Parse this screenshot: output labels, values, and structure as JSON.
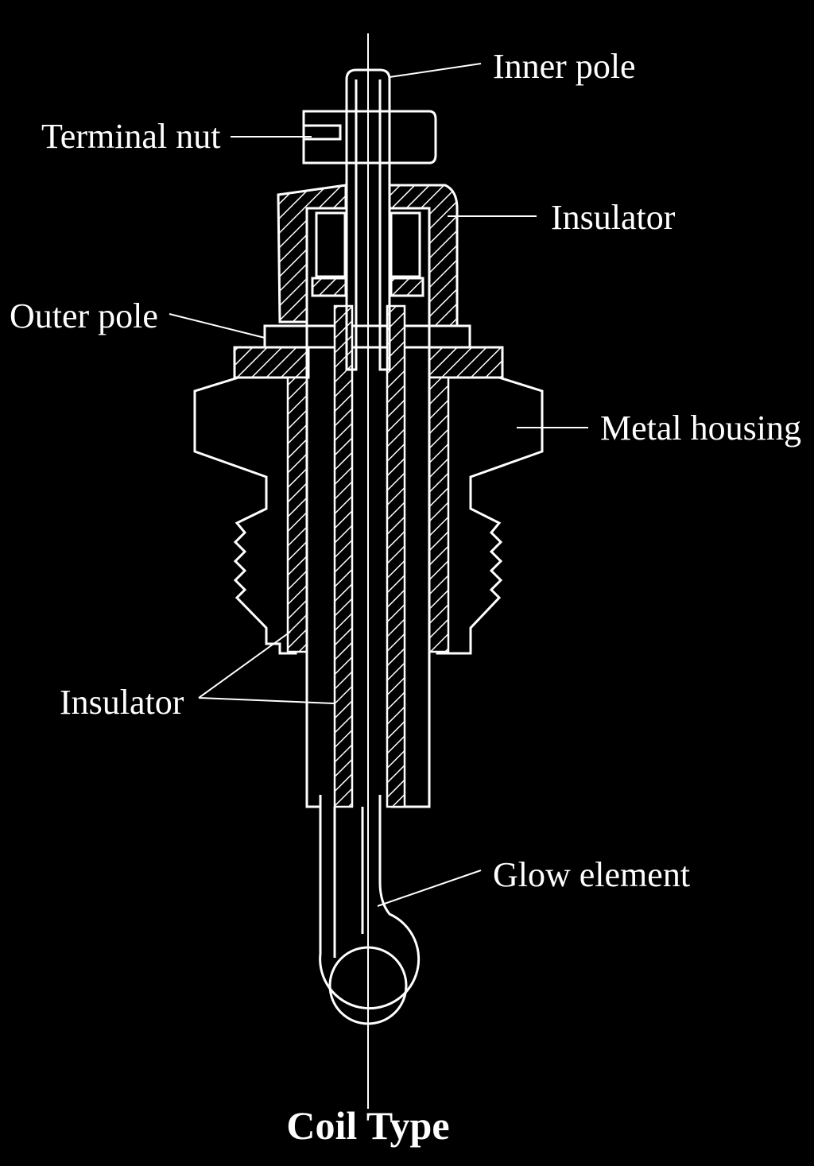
{
  "diagram": {
    "caption": "Coil Type",
    "labels": {
      "inner_pole": "Inner pole",
      "terminal_nut": "Terminal nut",
      "insulator_top": "Insulator",
      "outer_pole": "Outer pole",
      "metal_housing": "Metal housing",
      "insulator_bottom": "Insulator",
      "glow_element": "Glow element"
    }
  },
  "colors": {
    "background": "#000000",
    "line": "#ffffff"
  }
}
